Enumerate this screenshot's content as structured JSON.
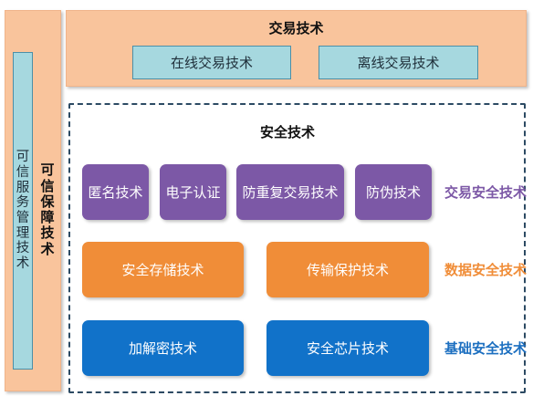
{
  "left": {
    "service_mgmt": "可信服务管理技术",
    "guarantee": "可信保障技术"
  },
  "trading": {
    "title": "交易技术",
    "online": "在线交易技术",
    "offline": "离线交易技术"
  },
  "security": {
    "title": "安全技术",
    "transaction_row": {
      "label": "交易安全技术",
      "items": [
        "匿名技术",
        "电子认证",
        "防重复交易技术",
        "防伪技术"
      ]
    },
    "data_row": {
      "label": "数据安全技术",
      "items": [
        "安全存储技术",
        "传输保护技术"
      ]
    },
    "base_row": {
      "label": "基础安全技术",
      "items": [
        "加解密技术",
        "安全芯片技术"
      ]
    }
  },
  "colors": {
    "panel_fill": "#f9c49c",
    "inner_box_fill": "#a6d8df",
    "transaction": "#7c58a6",
    "data": "#f08d38",
    "base": "#1172c9"
  }
}
